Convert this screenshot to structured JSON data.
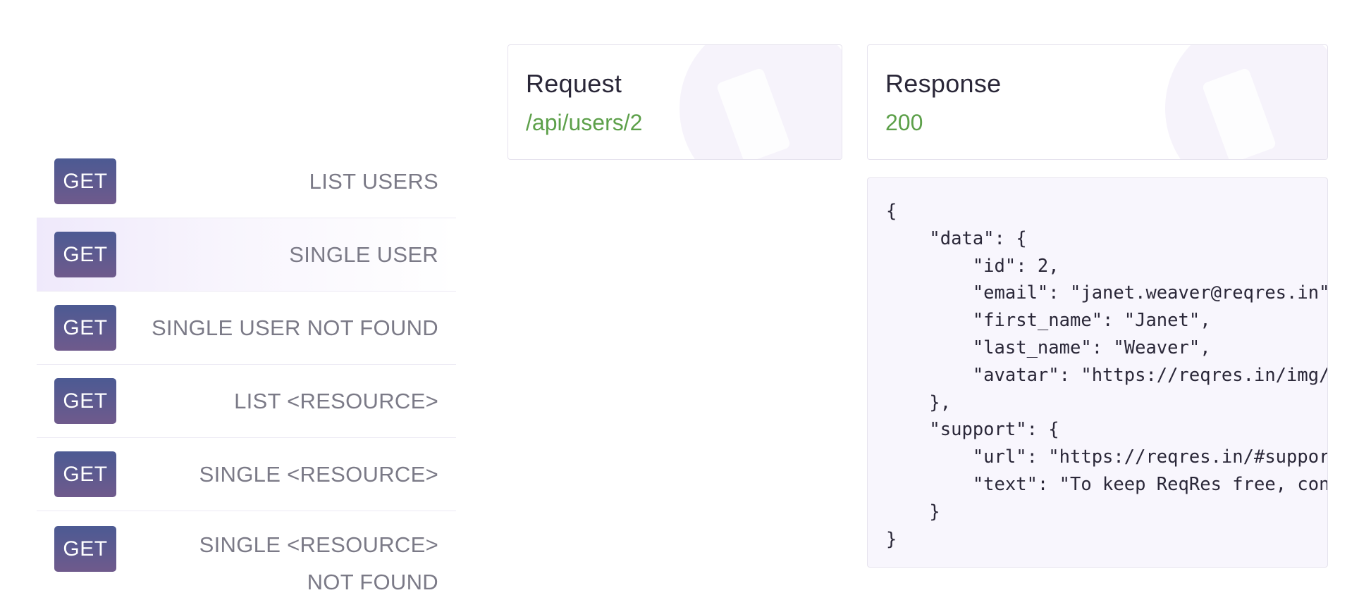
{
  "endpoints": [
    {
      "method": "GET",
      "label": "LIST USERS",
      "active": false
    },
    {
      "method": "GET",
      "label": "SINGLE USER",
      "active": true
    },
    {
      "method": "GET",
      "label": "SINGLE USER NOT FOUND",
      "active": false
    },
    {
      "method": "GET",
      "label": "LIST <RESOURCE>",
      "active": false
    },
    {
      "method": "GET",
      "label": "SINGLE <RESOURCE>",
      "active": false
    },
    {
      "method": "GET",
      "label": "SINGLE <RESOURCE> NOT FOUND",
      "active": false
    }
  ],
  "request": {
    "title": "Request",
    "path": "/api/users/2"
  },
  "response": {
    "title": "Response",
    "status": "200",
    "body_lines": [
      "{",
      "    \"data\": {",
      "        \"id\": 2,",
      "        \"email\": \"janet.weaver@reqres.in\",",
      "        \"first_name\": \"Janet\",",
      "        \"last_name\": \"Weaver\",",
      "        \"avatar\": \"https://reqres.in/img/fa",
      "    },",
      "    \"support\": {",
      "        \"url\": \"https://reqres.in/#support-",
      "        \"text\": \"To keep ReqRes free, contr",
      "    }",
      "}"
    ]
  },
  "colors": {
    "badge_top": "#4c5a93",
    "badge_bottom": "#6f5a8c",
    "success_green": "#5da04a",
    "label_gray": "#7b7a87",
    "active_row": "#efe9fb"
  }
}
